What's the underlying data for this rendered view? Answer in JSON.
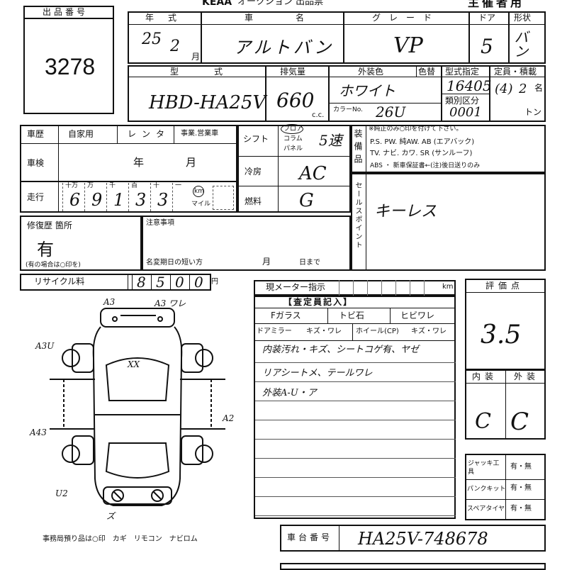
{
  "header": {
    "logo_text": "KEAA",
    "doc_title": "オークション 出品票",
    "owner_label": "主催者用"
  },
  "lot": {
    "label": "出品番号",
    "number": "3278"
  },
  "vehicle": {
    "year_label": "年式",
    "year_value": "25",
    "month_value": "2",
    "month_unit": "月",
    "name_label": "車名",
    "name_value": "アルトバン",
    "grade_label": "グレード",
    "grade_value": "VP",
    "doors_label": "ドア",
    "doors_value": "5",
    "shape_label": "形状",
    "shape_value": "バン",
    "model_label": "型式",
    "model_value": "HBD-HA25V",
    "displacement_label": "排気量",
    "displacement_value": "660",
    "displacement_unit": "c.c.",
    "exterior_color_label": "外装色",
    "color_change_label": "色替",
    "exterior_color_value": "ホワイト",
    "color_no_label": "カラーNo.",
    "color_no_value": "26U",
    "model_designation_label": "型式指定",
    "model_designation_value": "16405",
    "class_label": "類別区分",
    "class_value": "0001",
    "capacity_label": "定員・積載",
    "capacity_persons": "(4)",
    "capacity_load": "2",
    "persons_unit": "名",
    "ton_unit": "トン"
  },
  "history": {
    "label": "車歴",
    "options": [
      "自家用",
      "レンタ",
      "事業.営業車"
    ],
    "inspection_label": "車検",
    "year_unit": "年",
    "month_unit": "月",
    "mileage_label": "走行",
    "mileage_units": [
      "十万",
      "万",
      "千",
      "百",
      "十",
      "一"
    ],
    "mileage_digits": [
      "6",
      "9",
      "1",
      "3",
      "3"
    ],
    "km_label": "km",
    "mile_label": "マイル"
  },
  "specs": {
    "shift_label": "シフト",
    "shift_options": [
      "フロア",
      "コラム",
      "パネル"
    ],
    "shift_value": "5速",
    "ac_label": "冷房",
    "ac_value": "AC",
    "fuel_label": "燃料",
    "fuel_value": "G"
  },
  "equipment": {
    "label": "装備品",
    "note": "※純正のみ○印を付けて下さい。",
    "line1": "P.S. PW. 純AW. AB (エアバック)",
    "line2": "TV. ナビ. カワ. SR (サンルーフ)",
    "line3": "ABS ・ 新車保証書←(注)後日送りのみ"
  },
  "sales_point": {
    "label": "セールスポイント",
    "value": "キーレス"
  },
  "repair": {
    "label": "修復歴 箇所",
    "value": "有",
    "note": "(有の場合は○印を)"
  },
  "notes": {
    "label": "注意事項",
    "name_change_label": "名変期日の短い方",
    "month_unit": "月",
    "day_until": "日まで"
  },
  "recycle": {
    "label": "リサイクル料",
    "digits": [
      "8",
      "5",
      "0",
      "0"
    ],
    "unit": "円"
  },
  "meter": {
    "label": "現メーター指示",
    "unit": "km"
  },
  "inspector": {
    "header": "【査定員記入】",
    "cells": [
      "Fガラス",
      "トビ石",
      "ヒビワレ"
    ],
    "mirror_label": "ドアミラー",
    "mirror_opts": "キズ・ワレ",
    "wheel_label": "ホイール(CP)",
    "wheel_opts": "キズ・ワレ",
    "lines": [
      "内装汚れ・キズ、シートコゲ有、ヤゼ",
      "リアシートメ、テールワレ",
      "外装A-U・ア"
    ]
  },
  "rating": {
    "label": "評価点",
    "value": "3.5",
    "interior_label": "内装",
    "exterior_label": "外装",
    "interior_value": "C",
    "exterior_value": "C"
  },
  "tools": [
    {
      "label": "ジャッキ工具",
      "value": "有・無"
    },
    {
      "label": "パンクキット",
      "value": "有・無"
    },
    {
      "label": "スペアタイヤ",
      "value": "有・無"
    }
  ],
  "chassis": {
    "label": "車台番号",
    "value": "HA25V-748678"
  },
  "diagram": {
    "marks": {
      "a3_top": "A3",
      "a3_wr": "A3 ワレ",
      "a3u_left": "A3U",
      "a2_right": "A2",
      "a43_left": "A43",
      "u2_left": "U2",
      "xx_roof": "XX",
      "rear_marks": "ズ"
    },
    "footer": "事務局預り品は○印　カギ　リモコン　ナビロム"
  }
}
